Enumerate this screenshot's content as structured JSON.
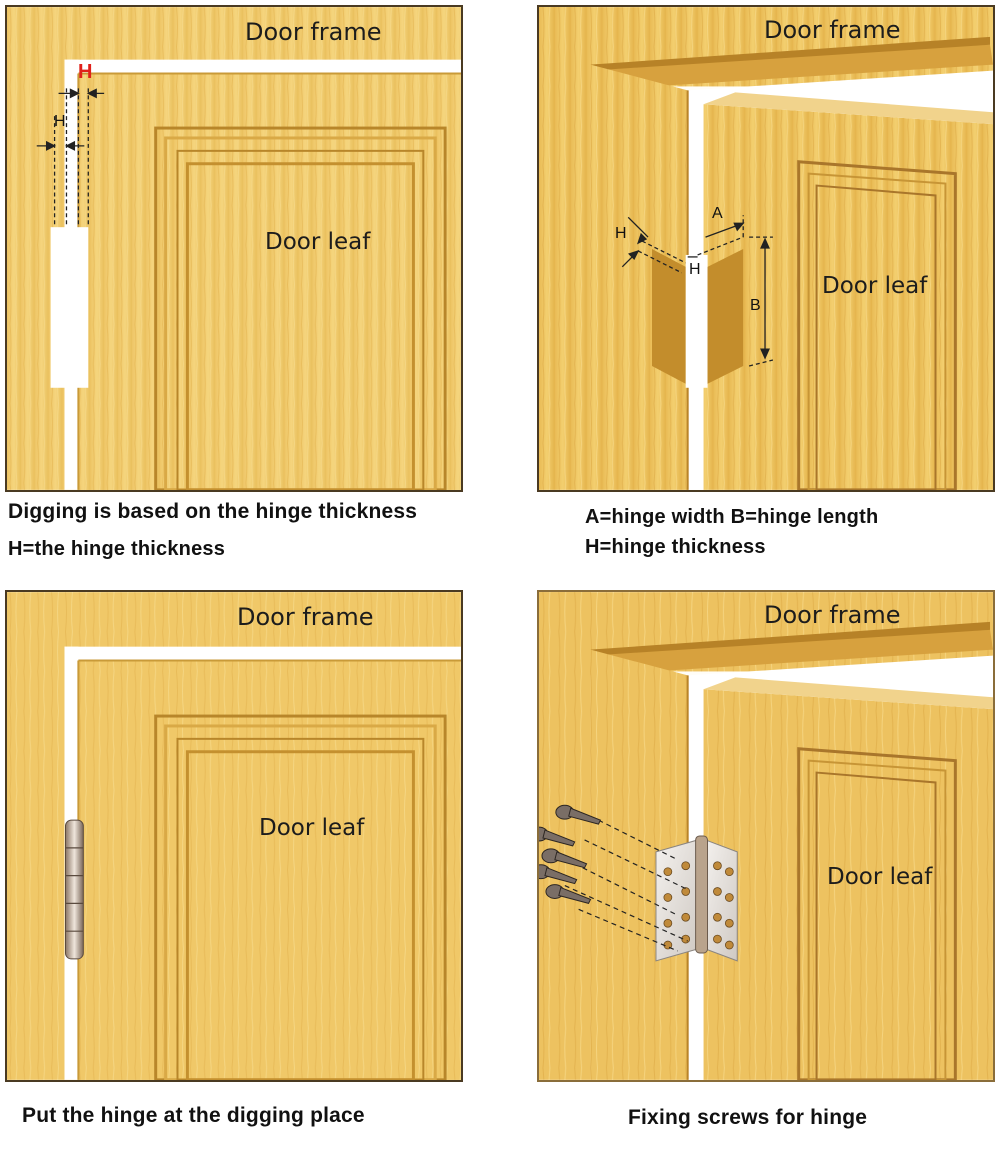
{
  "panels": [
    {
      "frame_label": "Door frame",
      "leaf_label": "Door leaf",
      "dim_labels": [
        "H",
        "H"
      ],
      "caption_lines": [
        "Digging is based on the hinge thickness",
        "H=the hinge thickness"
      ]
    },
    {
      "frame_label": "Door frame",
      "leaf_label": "Door leaf",
      "dim_labels": [
        "H",
        "A",
        "H",
        "B"
      ],
      "caption_lines": [
        "A=hinge width B=hinge length",
        "H=hinge thickness"
      ]
    },
    {
      "frame_label": "Door frame",
      "leaf_label": "Door leaf",
      "caption_lines": [
        "Put the hinge at the digging place"
      ]
    },
    {
      "frame_label": "Door frame",
      "leaf_label": "Door leaf",
      "caption_lines": [
        "Fixing screws for hinge"
      ]
    }
  ],
  "colors": {
    "wood_light": "#f2cf72",
    "wood_mid": "#e8bd55",
    "wood_dark": "#c9952e",
    "outline": "#4a3a22",
    "highlight_h": "#e0201a",
    "metal": "#c9c9c9"
  }
}
